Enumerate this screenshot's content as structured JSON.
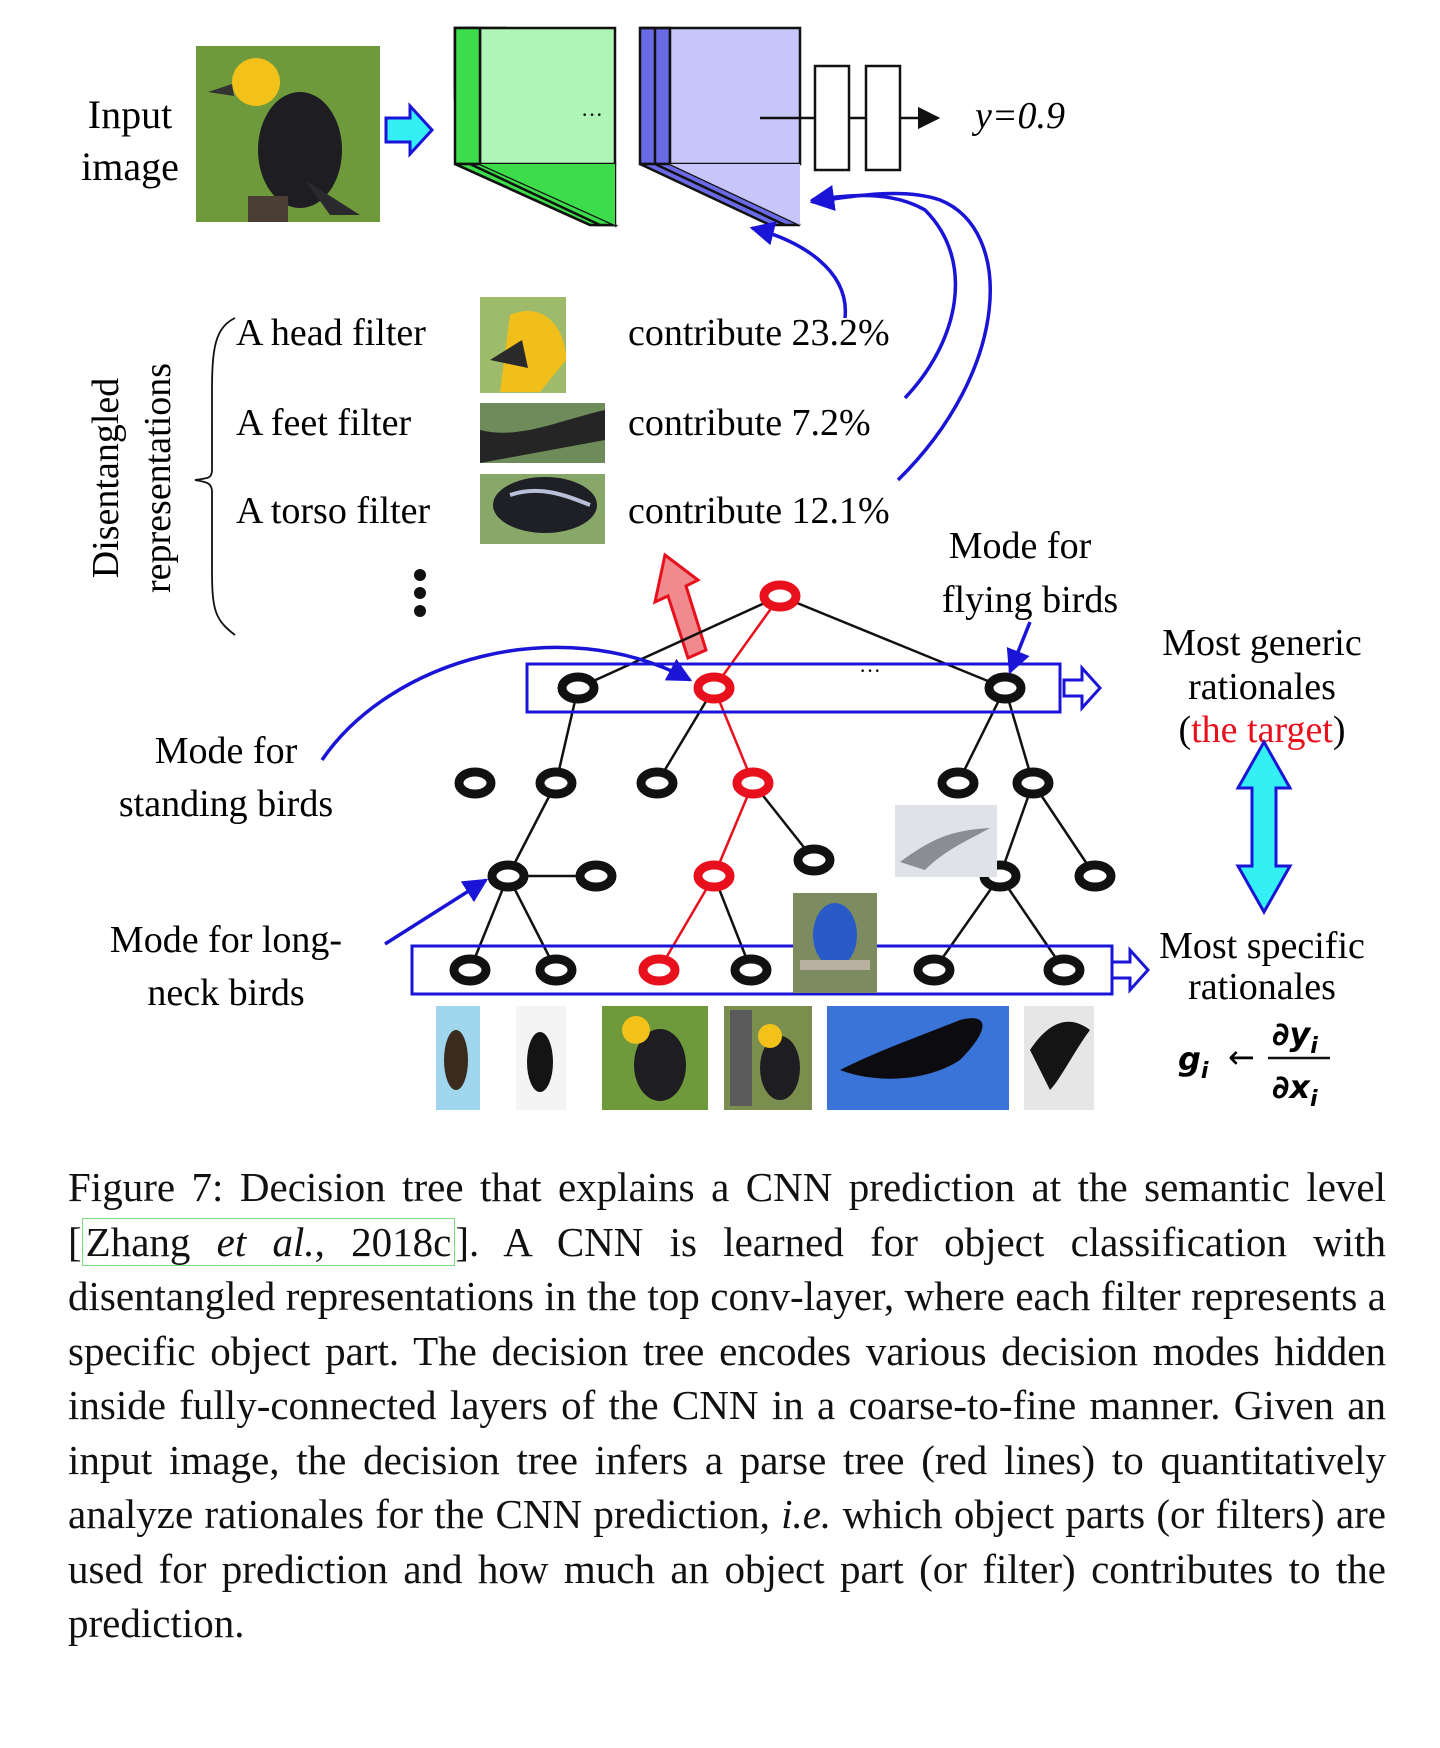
{
  "figure": {
    "input_label": [
      "Input",
      "image"
    ],
    "output_label": "y=0.9",
    "ellipsis": "···",
    "side_label": [
      "Disentangled",
      "representations"
    ],
    "filters": [
      {
        "name": "A head filter",
        "contribution": "contribute 23.2%"
      },
      {
        "name": "A feet filter",
        "contribution": "contribute 7.2%"
      },
      {
        "name": "A torso filter",
        "contribution": "contribute 12.1%"
      }
    ],
    "mode_flying": [
      "Mode for",
      "flying birds"
    ],
    "mode_standing": [
      "Mode for",
      "standing birds"
    ],
    "mode_longneck": [
      "Mode for long-",
      "neck birds"
    ],
    "generic": {
      "line1": "Most generic",
      "line2": "rationales",
      "open": "(",
      "target": "the target",
      "close": ")"
    },
    "specific": [
      "Most specific",
      "rationales"
    ],
    "formula": {
      "g": "g",
      "sub_i": "i",
      "arrow": "←",
      "num": "∂y",
      "den": "∂x"
    }
  },
  "caption": {
    "label": "Figure 7:",
    "part1": " Decision tree that explains a CNN prediction at the semantic level ",
    "cite_author": "Zhang ",
    "cite_etal": "et al.",
    "cite_year": ", 2018c",
    "part2": ". A CNN is learned for object classification with disentangled representations in the top conv-layer, where each filter represents a specific object part.  The decision tree encodes various decision modes hidden inside fully-connected layers of the CNN in a coarse-to-fine manner.  Given an input image, the decision tree infers a parse tree (red lines) to quantitatively analyze rationales for the CNN prediction, ",
    "ie": "i.e.",
    "part3": "  which object parts (or filters) are used for prediction and how much an object part (or filter) contributes to the prediction."
  },
  "colors": {
    "red": "#e8101c",
    "blue": "#1a14d6",
    "cyan": "#33f0f5",
    "green": "#3cdc4a",
    "purple": "#6a6ae6"
  },
  "icons": [
    "bird-photo",
    "arrow-right-icon",
    "double-arrow-icon"
  ]
}
